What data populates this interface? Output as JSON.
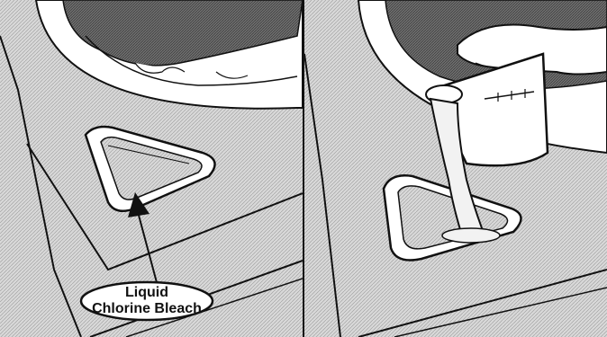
{
  "callout": {
    "line1": "Liquid",
    "line2": "Chlorine Bleach"
  },
  "icons": {
    "left_panel": "bleach-dispenser-illustration",
    "right_panel": "pouring-cup-illustration"
  }
}
